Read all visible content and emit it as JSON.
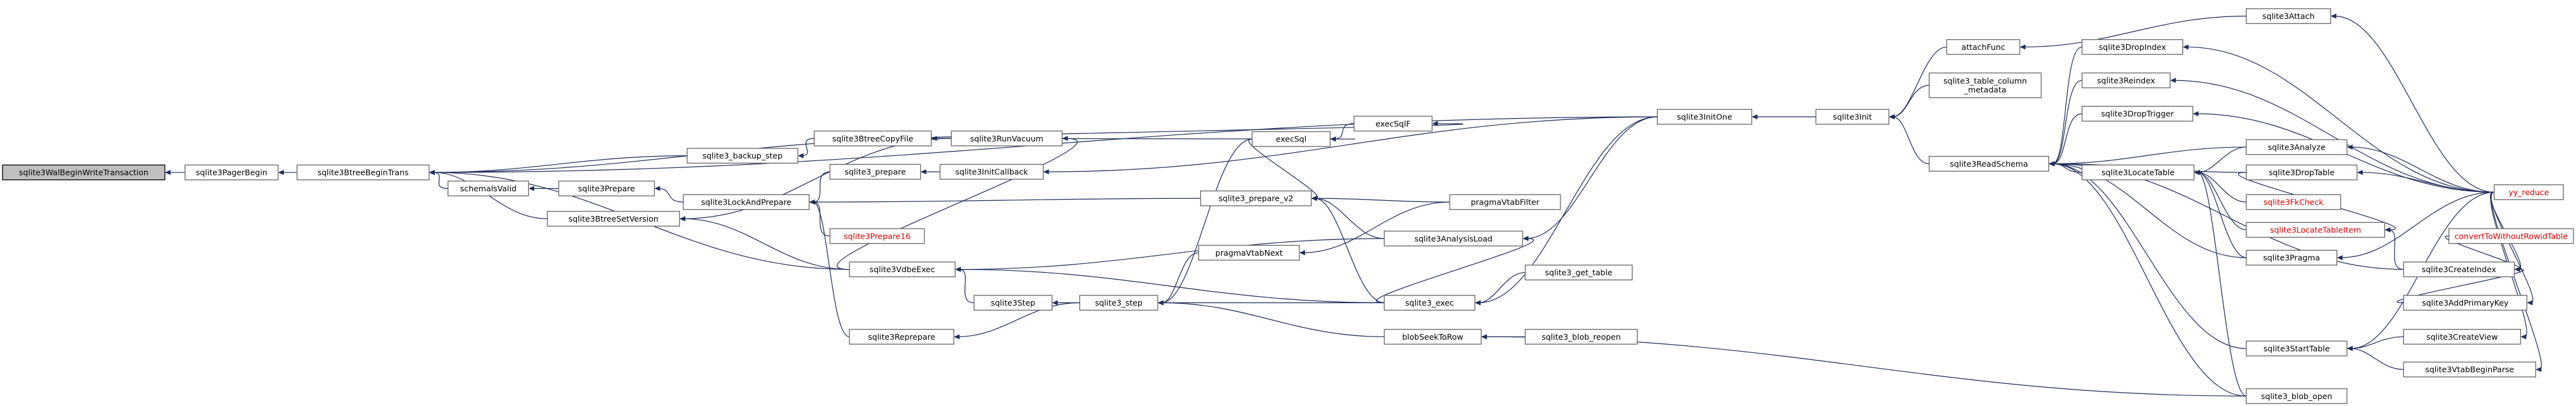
{
  "graph": {
    "nodes": [
      {
        "id": "root",
        "label": "sqlite3WalBeginWriteTransaction",
        "kind": "root"
      },
      {
        "id": "pagerBegin",
        "label": "sqlite3PagerBegin"
      },
      {
        "id": "btreeBeginTrans",
        "label": "sqlite3BtreeBeginTrans"
      },
      {
        "id": "backupStep",
        "label": "sqlite3_backup_step"
      },
      {
        "id": "schemaIsValid",
        "label": "schemaIsValid"
      },
      {
        "id": "btreeSetVersion",
        "label": "sqlite3BtreeSetVersion"
      },
      {
        "id": "vdbeExec",
        "label": "sqlite3VdbeExec"
      },
      {
        "id": "initOne",
        "label": "sqlite3InitOne"
      },
      {
        "id": "btreeCopyFile",
        "label": "sqlite3BtreeCopyFile"
      },
      {
        "id": "runVacuum",
        "label": "sqlite3RunVacuum"
      },
      {
        "id": "prepare",
        "label": "sqlite3Prepare"
      },
      {
        "id": "lockAndPrepare",
        "label": "sqlite3LockAndPrepare"
      },
      {
        "id": "prepareLegacy",
        "label": "sqlite3_prepare"
      },
      {
        "id": "prepare16",
        "label": "sqlite3Prepare16",
        "kind": "red"
      },
      {
        "id": "reprepare",
        "label": "sqlite3Reprepare"
      },
      {
        "id": "initCallback",
        "label": "sqlite3InitCallback"
      },
      {
        "id": "prepareV2",
        "label": "sqlite3_prepare_v2"
      },
      {
        "id": "vdbeStep",
        "label": "sqlite3Step"
      },
      {
        "id": "step",
        "label": "sqlite3_step"
      },
      {
        "id": "execSql",
        "label": "execSql"
      },
      {
        "id": "execSqlF",
        "label": "execSqlF"
      },
      {
        "id": "pragmaVtabNext",
        "label": "pragmaVtabNext"
      },
      {
        "id": "pragmaVtabFilter",
        "label": "pragmaVtabFilter"
      },
      {
        "id": "analysisLoad",
        "label": "sqlite3AnalysisLoad"
      },
      {
        "id": "exec",
        "label": "sqlite3_exec"
      },
      {
        "id": "getTable",
        "label": "sqlite3_get_table"
      },
      {
        "id": "blobSeekToRow",
        "label": "blobSeekToRow"
      },
      {
        "id": "blobReopen",
        "label": "sqlite3_blob_reopen"
      },
      {
        "id": "init",
        "label": "sqlite3Init"
      },
      {
        "id": "attachFunc",
        "label": "attachFunc"
      },
      {
        "id": "tableColumnMetadata",
        "label": "sqlite3_table_column\n_metadata"
      },
      {
        "id": "readSchema",
        "label": "sqlite3ReadSchema"
      },
      {
        "id": "attach",
        "label": "sqlite3Attach"
      },
      {
        "id": "dropIndex",
        "label": "sqlite3DropIndex"
      },
      {
        "id": "reindex",
        "label": "sqlite3Reindex"
      },
      {
        "id": "dropTrigger",
        "label": "sqlite3DropTrigger"
      },
      {
        "id": "analyze",
        "label": "sqlite3Analyze"
      },
      {
        "id": "dropTable",
        "label": "sqlite3DropTable"
      },
      {
        "id": "locateTable",
        "label": "sqlite3LocateTable"
      },
      {
        "id": "fkCheck",
        "label": "sqlite3FkCheck",
        "kind": "red"
      },
      {
        "id": "locateTableItem",
        "label": "sqlite3LocateTableItem",
        "kind": "red"
      },
      {
        "id": "pragma",
        "label": "sqlite3Pragma"
      },
      {
        "id": "createIndex",
        "label": "sqlite3CreateIndex"
      },
      {
        "id": "convertWithoutRowid",
        "label": "convertToWithoutRowidTable",
        "kind": "red"
      },
      {
        "id": "addPrimaryKey",
        "label": "sqlite3AddPrimaryKey"
      },
      {
        "id": "blobOpen",
        "label": "sqlite3_blob_open"
      },
      {
        "id": "startTable",
        "label": "sqlite3StartTable"
      },
      {
        "id": "createView",
        "label": "sqlite3CreateView"
      },
      {
        "id": "vtabBeginParse",
        "label": "sqlite3VtabBeginParse"
      },
      {
        "id": "yyReduce",
        "label": "yy_reduce",
        "kind": "red"
      }
    ],
    "edges": [
      [
        "pagerBegin",
        "root"
      ],
      [
        "btreeBeginTrans",
        "pagerBegin"
      ],
      [
        "backupStep",
        "btreeBeginTrans"
      ],
      [
        "schemaIsValid",
        "btreeBeginTrans"
      ],
      [
        "btreeSetVersion",
        "btreeBeginTrans"
      ],
      [
        "vdbeExec",
        "btreeBeginTrans"
      ],
      [
        "initOne",
        "btreeBeginTrans"
      ],
      [
        "runVacuum",
        "btreeBeginTrans"
      ],
      [
        "btreeCopyFile",
        "backupStep"
      ],
      [
        "runVacuum",
        "btreeCopyFile"
      ],
      [
        "vdbeExec",
        "runVacuum"
      ],
      [
        "prepare",
        "schemaIsValid"
      ],
      [
        "lockAndPrepare",
        "prepare"
      ],
      [
        "prepareLegacy",
        "lockAndPrepare"
      ],
      [
        "prepare16",
        "lockAndPrepare"
      ],
      [
        "reprepare",
        "lockAndPrepare"
      ],
      [
        "prepareV2",
        "lockAndPrepare"
      ],
      [
        "initCallback",
        "prepareLegacy"
      ],
      [
        "initOne",
        "initCallback"
      ],
      [
        "runVacuum",
        "btreeSetVersion"
      ],
      [
        "vdbeExec",
        "btreeSetVersion"
      ],
      [
        "vdbeStep",
        "vdbeExec"
      ],
      [
        "step",
        "vdbeStep"
      ],
      [
        "step",
        "reprepare"
      ],
      [
        "execSql",
        "step"
      ],
      [
        "execSql",
        "prepareV2"
      ],
      [
        "execSqlF",
        "execSql"
      ],
      [
        "runVacuum",
        "execSql"
      ],
      [
        "runVacuum",
        "execSqlF"
      ],
      [
        "pragmaVtabNext",
        "step"
      ],
      [
        "pragmaVtabFilter",
        "pragmaVtabNext"
      ],
      [
        "pragmaVtabFilter",
        "prepareV2"
      ],
      [
        "analysisLoad",
        "prepareV2"
      ],
      [
        "analysisLoad",
        "vdbeExec"
      ],
      [
        "exec",
        "step"
      ],
      [
        "exec",
        "prepareV2"
      ],
      [
        "exec",
        "vdbeExec"
      ],
      [
        "exec",
        "analysisLoad"
      ],
      [
        "getTable",
        "exec"
      ],
      [
        "initOne",
        "exec"
      ],
      [
        "initOne",
        "analysisLoad"
      ],
      [
        "blobSeekToRow",
        "step"
      ],
      [
        "blobReopen",
        "blobSeekToRow"
      ],
      [
        "blobOpen",
        "blobSeekToRow"
      ],
      [
        "init",
        "initOne"
      ],
      [
        "attachFunc",
        "init"
      ],
      [
        "tableColumnMetadata",
        "init"
      ],
      [
        "readSchema",
        "init"
      ],
      [
        "attach",
        "attachFunc"
      ],
      [
        "dropIndex",
        "readSchema"
      ],
      [
        "reindex",
        "readSchema"
      ],
      [
        "dropTrigger",
        "readSchema"
      ],
      [
        "analyze",
        "readSchema"
      ],
      [
        "dropTable",
        "readSchema"
      ],
      [
        "locateTable",
        "readSchema"
      ],
      [
        "pragma",
        "readSchema"
      ],
      [
        "createIndex",
        "readSchema"
      ],
      [
        "blobOpen",
        "readSchema"
      ],
      [
        "startTable",
        "readSchema"
      ],
      [
        "analyze",
        "locateTable"
      ],
      [
        "fkCheck",
        "locateTable"
      ],
      [
        "locateTableItem",
        "locateTable"
      ],
      [
        "pragma",
        "locateTable"
      ],
      [
        "blobOpen",
        "locateTable"
      ],
      [
        "dropTable",
        "locateTableItem"
      ],
      [
        "createIndex",
        "locateTableItem"
      ],
      [
        "convertWithoutRowid",
        "createIndex"
      ],
      [
        "addPrimaryKey",
        "createIndex"
      ],
      [
        "createView",
        "startTable"
      ],
      [
        "vtabBeginParse",
        "startTable"
      ],
      [
        "yyReduce",
        "attach"
      ],
      [
        "yyReduce",
        "dropIndex"
      ],
      [
        "yyReduce",
        "reindex"
      ],
      [
        "yyReduce",
        "dropTrigger"
      ],
      [
        "yyReduce",
        "analyze"
      ],
      [
        "yyReduce",
        "dropTable"
      ],
      [
        "yyReduce",
        "pragma"
      ],
      [
        "yyReduce",
        "createIndex"
      ],
      [
        "yyReduce",
        "addPrimaryKey"
      ],
      [
        "yyReduce",
        "startTable"
      ],
      [
        "yyReduce",
        "createView"
      ],
      [
        "yyReduce",
        "vtabBeginParse"
      ]
    ]
  }
}
